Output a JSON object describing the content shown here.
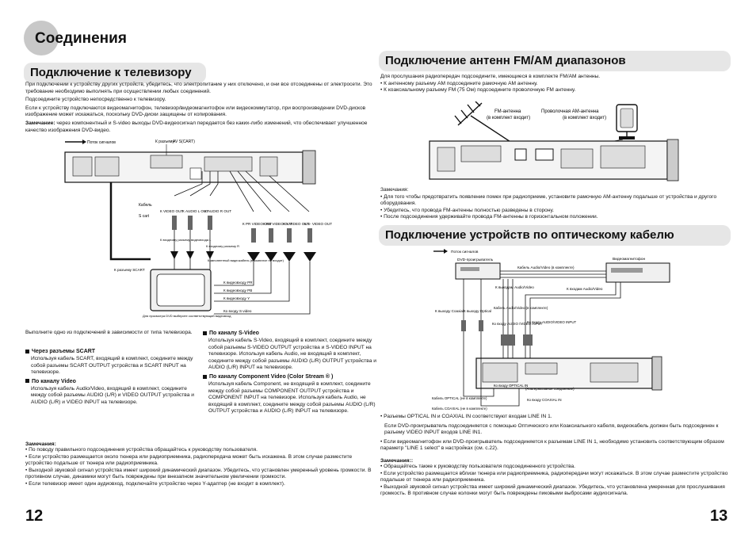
{
  "page": {
    "title": "Соединения",
    "left_page_number": "12",
    "right_page_number": "13"
  },
  "tv": {
    "header": "Подключение к телевизору",
    "intro": [
      "При подключении к устройству других устройств, убедитесь, что электропитание у них отключено, и они все отсоединены от электросети. Это требование необходимо выполнять при осуществлении любых соединений.",
      "Подсоедините устройство непосредственно к телевизору.",
      "Если к устройству подключаются видеомагнитофон, телевизор/видеомагнитофон или видеокоммутатор, при воспроизведении DVD-дисков изображение может искажаться, поскольку DVD-диски защищены от копирования."
    ],
    "note_label": "Замечание:",
    "note_text": "через компонентный и S-video выходы DVD-видеосигнал передается без каких-либо изменений, что обеспечивает улучшенное качество изображения DVD-видео.",
    "diagram": {
      "signal_flow": "Поток сигналов",
      "to_connector": "К разъему",
      "av_scart": "AV S(CART)",
      "cable": "Кабель",
      "s_cart": "S cart",
      "to_video_out": "К VIDEO OUT",
      "to_audio_l_out": "К AUDIO L OUT",
      "to_audio_r_out": "К AUDIO R OUT",
      "k_pr": "К PR VIDEO OUT",
      "k_pb": "К PB VIDEO OUT",
      "k_y": "К Y VIDEO OUT",
      "k_s": "К S- VIDEO OUT",
      "audio_l_in": "К входному разъему видеовхода L",
      "audio_r_in": "К входному разъему audio R",
      "audio_r": "К входному разъему R",
      "component_cable": "Компонентный видеокабель (в комплект не входит)",
      "vid_in_pr": "К видеовходу PR",
      "vid_in_pb": "К видеовходу PB",
      "vid_in_y": "К видеовходу Y",
      "s_video_in": "Ко входу S-video",
      "to_scart": "К разъему SCART",
      "tv_caption": "Для просмотра DVD выберите соответствующий видеовход"
    },
    "choose_one": "Выполните одно из подключений в зависимости от типа телевизора.",
    "methods": [
      {
        "title": "Через разъемы SCART",
        "text": "Используя кабель SCART, входящий в комплект, соедините между собой разъемы SCART OUTPUT устройства и SCART INPUT на телевизоре."
      },
      {
        "title": "По каналу Video",
        "text": "Используя кабель Audio/Video, входящий в комплект, соедините между собой разъемы AUDIO (L/R) и VIDEO OUTPUT устройства и AUDIO (L/R) и VIDEO INPUT на телевизоре."
      },
      {
        "title": "По каналу S-Video",
        "text": "Используя кабель S-Video, входящий в комплект, соедините между собой разъемы S-VIDEO OUTPUT устройства и S-VIDEO INPUT на телевизоре. Используя кабель Audio, не входящий в комплект, соедините между собой разъемы AUDIO (L/R) OUTPUT устройства и AUDIO (L/R) INPUT на телевизоре."
      },
      {
        "title": "По каналу Component Video (Color Stream ® )",
        "text": "Используя кабель Component, не входящий в комплект, соедините между собой разъемы COMPONENT OUTPUT устройства и COMPONENT INPUT на телевизоре. Используя кабель Audio, не входящий в комплект, соедините между собой разъемы AUDIO (L/R) OUTPUT устройства и AUDIO (L/R) INPUT на телевизоре."
      }
    ],
    "notes_label": "Замечания:",
    "notes": [
      "По поводу правильного подсоединения устройства обращайтесь к руководству пользователя.",
      "Если устройство размещается около тюнера или радиоприемника, радиопередача может быть искажена. В этом случае разместите устройство подальше от тюнера или радиоприемника.",
      "Выходной звуковой сигнал устройства имеет широкий динамический диапазон. Убедитесь, что установлен умеренный уровень громкости. В противном случае, динамики могут быть повреждены при внезапном значительном увеличении громкости.",
      "Если телевизор имеет один аудиовход, подключайте устройство через Y-адаптер (не входит в комплект)."
    ]
  },
  "antenna": {
    "header": "Подключение антенн FM/AM диапазонов",
    "intro": "Для прослушания радиопередач подсоедините, имеющиеся в комплекте FM/AM антенны.",
    "bullets": [
      "К антенному разъему AM подсоедините рамочную AM антенну.",
      "К коаксиальному разъему FM (75 Ом) подсоедините проволочную FM антенну."
    ],
    "fm_label": "FM-антенна",
    "fm_sub": "(в комплект входит)",
    "am_label": "Проволочная AM-антенна",
    "am_sub": "(в комплект входит)",
    "notes_label": "Замечания:",
    "notes": [
      "Для того чтобы предотвратить появление помех при радиоприеме, установите рамочную AM-антенну подальше от устройства и другого оборудования.",
      "Убедитесь, что провода FM-антенны полностью разведены в сторону.",
      "После подсоединения удерживайте провода FM-антенны в горизонтальном положении."
    ]
  },
  "optical": {
    "header": "Подключение устройств по оптическому кабелю",
    "diagram": {
      "signal_flow": "Поток сигналов",
      "dvd_player": "DVD-проигрыватель",
      "av_cable": "Кабель Audio/Video (в комплекте)",
      "vcr": "Видеомагнитофон",
      "to_av_out": "К выходам Audio/Video",
      "to_av_in": "К входам Audio/Video",
      "coaxial_out": "К выходу Coaxial",
      "optical_out": "К выходу Optical",
      "av_cable2": "Кабель Audio/Video (в комплекте)",
      "to_audio_video_input": "Ко входу AUDIO /VIDEO INPUT",
      "to_audio_video_input2": "Ко входу AUDIO/VIDEO INPUT",
      "to_optical_in": "Ко входу OPTICAL IN",
      "alt": "(Альтернативное соединение)",
      "to_coaxial_in": "Ко входу COAXIAL IN",
      "cable_optical": "Кабель OPTICAL (не в комплекте)",
      "cable_coaxial": "Кабель COAXIAL (не в комплекте)"
    },
    "bullets": [
      "Разъемы OPTICAL IN и COAXIAL IN соответствуют входам LINE IN 1.",
      "Если DVD-проигрыватель подсоединяется с помощью Оптического или Коаксиального кабеля, видеокабель должен быть подсоединен к разъему VIDEO INPUT входов LINE IN1.",
      "Если видеомагнитофон или DVD-проигрыватель подсоединяется к разъемам LINE IN 1, необходимо установить соответствующим образом параметр \"LINE 1 select\" в настройках (см. с.22)."
    ],
    "notes_label": "Замечания::",
    "notes": [
      "Обращайтесь также к руководству пользователя подсоединенного устройства.",
      "Если устройство размещается вблизи тюнера или радиоприемника, радиопередачи могут искажаться. В этом случае разместите устройство подальше от тюнера или радиоприемника.",
      "Выходной звуковой сигнал устройства имеет широкий динамический диапазон. Убедитесь, что установлена умеренная для прослушивания громкость. В противном случае колонки могут быть повреждены пиковыми выбросами аудиосигнала."
    ]
  }
}
